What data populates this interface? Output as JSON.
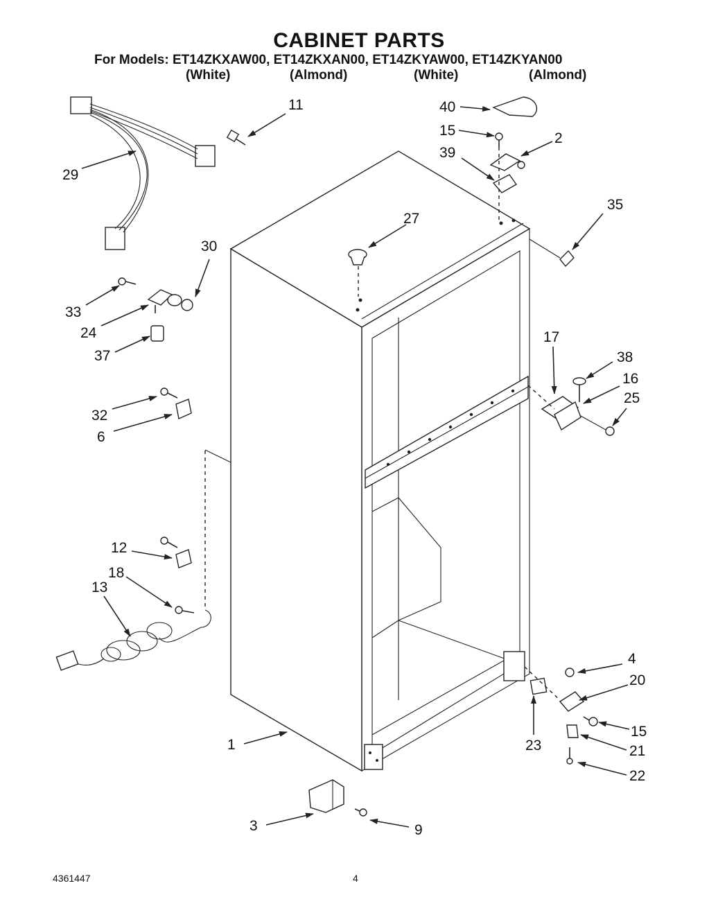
{
  "header": {
    "title": "CABINET PARTS",
    "models_line": "For Models: ET14ZKXAW00, ET14ZKXAN00, ET14ZKYAW00, ET14ZKYAN00",
    "variants": [
      "(White)",
      "(Almond)",
      "(White)",
      "(Almond)"
    ]
  },
  "callouts": {
    "c1": "1",
    "c2": "2",
    "c3": "3",
    "c4": "4",
    "c6": "6",
    "c9": "9",
    "c11": "11",
    "c12": "12",
    "c13": "13",
    "c15a": "15",
    "c15b": "15",
    "c16": "16",
    "c17": "17",
    "c18": "18",
    "c20": "20",
    "c21": "21",
    "c22": "22",
    "c23": "23",
    "c24": "24",
    "c25": "25",
    "c27": "27",
    "c29": "29",
    "c30": "30",
    "c32": "32",
    "c33": "33",
    "c35": "35",
    "c37": "37",
    "c38": "38",
    "c39": "39",
    "c40": "40"
  },
  "footer": {
    "doc_number": "4361447",
    "page_number": "4"
  }
}
